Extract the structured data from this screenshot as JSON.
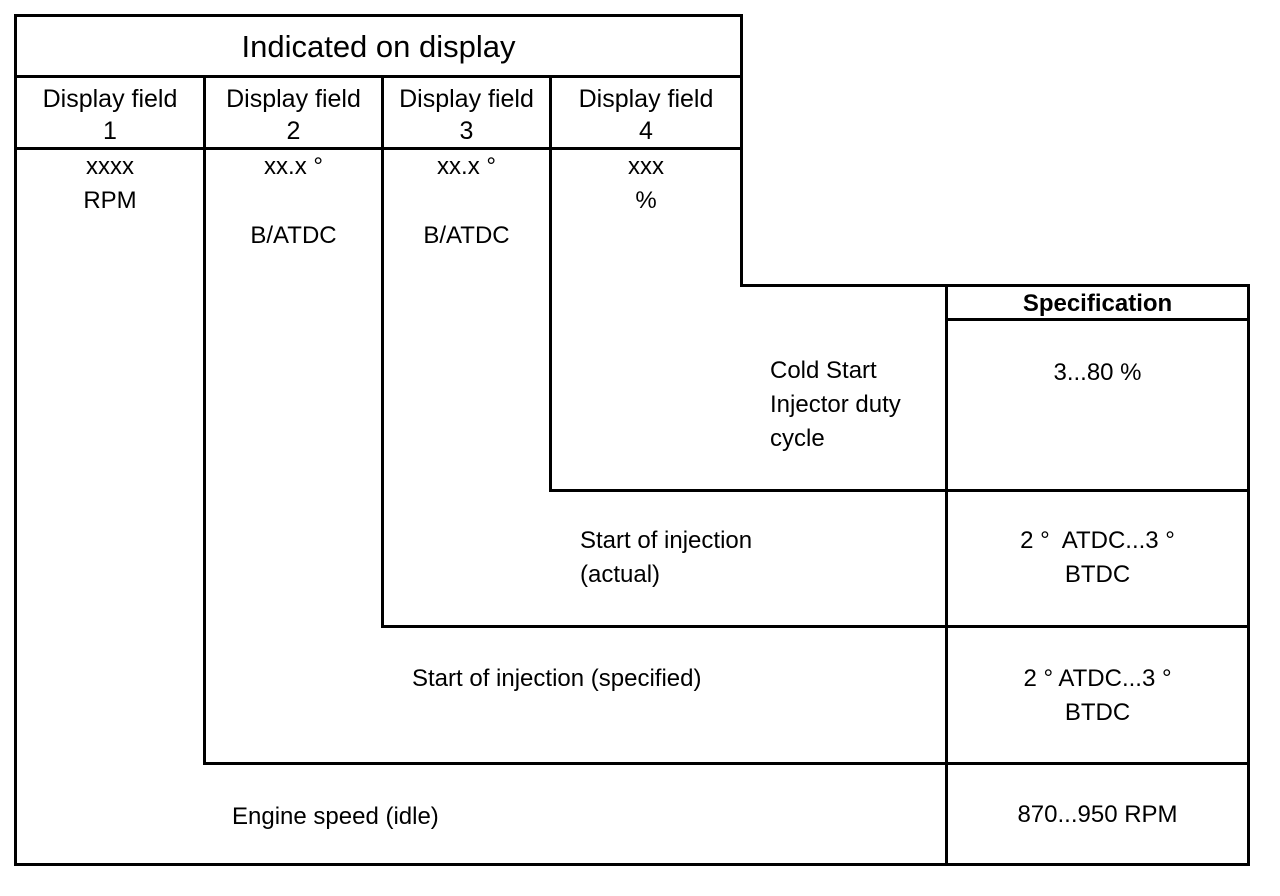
{
  "header": {
    "title": "Indicated on display",
    "fields": [
      {
        "label": "Display field",
        "num": "1"
      },
      {
        "label": "Display field",
        "num": "2"
      },
      {
        "label": "Display field",
        "num": "3"
      },
      {
        "label": "Display field",
        "num": "4"
      }
    ]
  },
  "values": [
    {
      "line1": "xxxx",
      "line2": "RPM"
    },
    {
      "line1": "xx.x °",
      "line2": "B/ATDC"
    },
    {
      "line1": "xx.x °",
      "line2": "B/ATDC"
    },
    {
      "line1": "xxx",
      "line2": "%"
    }
  ],
  "spec_header": "Specification",
  "rows": [
    {
      "label_lines": [
        "Cold Start",
        "Injector duty",
        "cycle"
      ],
      "spec_lines": [
        "3...80 %"
      ]
    },
    {
      "label_lines": [
        "Start of injection",
        "(actual)"
      ],
      "spec_lines": [
        "2 °  ATDC...3 °",
        "BTDC"
      ]
    },
    {
      "label_lines": [
        "Start of injection (specified)"
      ],
      "spec_lines": [
        "2 ° ATDC...3 °",
        "BTDC"
      ]
    },
    {
      "label_lines": [
        "Engine speed (idle)"
      ],
      "spec_lines": [
        "870...950 RPM"
      ]
    }
  ]
}
